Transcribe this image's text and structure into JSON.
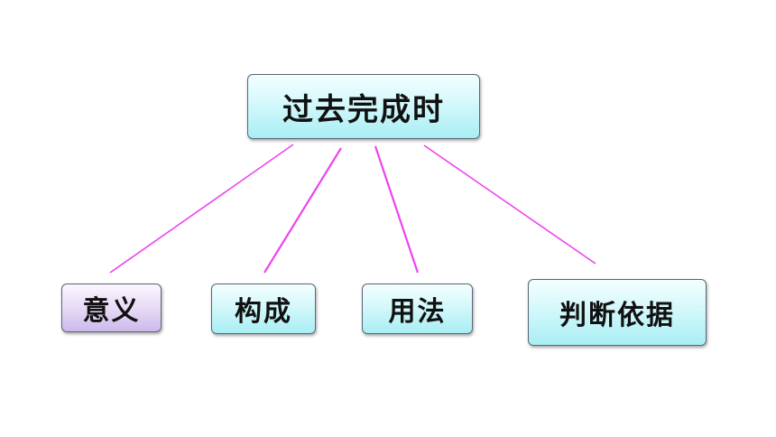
{
  "root": {
    "label": "过去完成时"
  },
  "children": [
    {
      "label": "意义"
    },
    {
      "label": "构成"
    },
    {
      "label": "用法"
    },
    {
      "label": "判断依据"
    }
  ],
  "colors": {
    "connector": "#ee44ee",
    "node_fill": "#c6f4f8",
    "first_node_fill": "#e2d6f5",
    "border": "#5b6675"
  }
}
